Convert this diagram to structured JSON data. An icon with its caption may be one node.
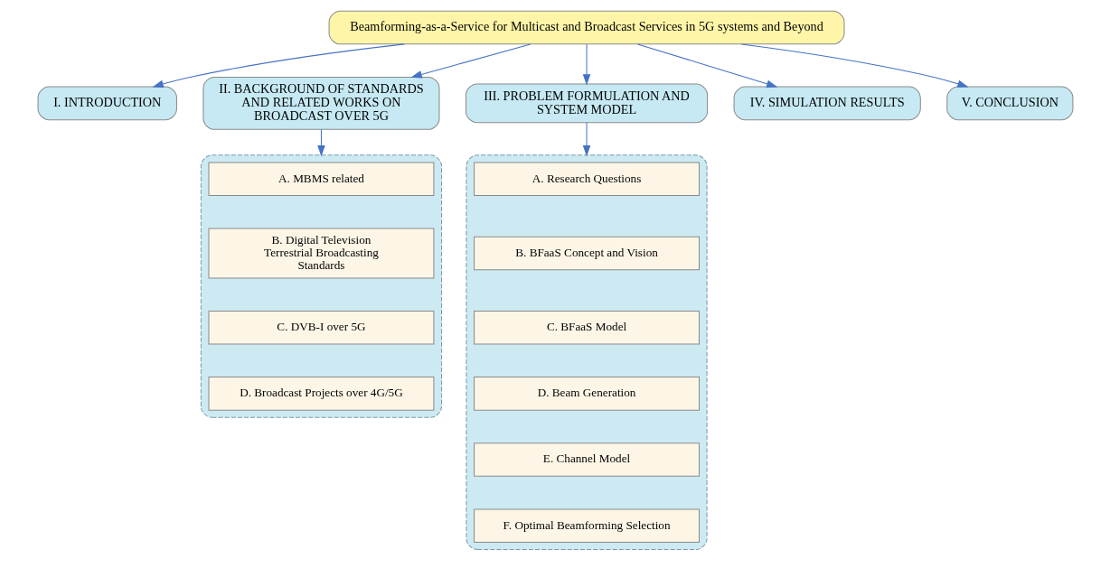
{
  "diagram": {
    "nodes": [
      {
        "text": [
          "Beamforming-as-a-Service for Multicast and Broadcast Services in 5G systems and Beyond"
        ]
      },
      {
        "text": [
          "I. INTRODUCTION"
        ]
      },
      {
        "text": [
          "II. BACKGROUND OF STANDARDS AND RELATED WORKS ON BROADCAST OVER 5G"
        ]
      },
      {
        "text": [
          "III. PROBLEM FORMULATION AND SYSTEM MODEL"
        ]
      },
      {
        "text": [
          "IV. SIMULATION RESULTS"
        ]
      },
      {
        "text": [
          "V. CONCLUSION"
        ]
      },
      {
        "text": [],
        "shape": "box"
      },
      {
        "text": [
          "A. MBMS related"
        ],
        "in": 6
      },
      {
        "text": [
          "B. Digital Television Terrestrial Broadcasting Standards"
        ],
        "in": 6
      },
      {
        "text": [
          "C. DVB-I over 5G"
        ],
        "in": 6
      },
      {
        "text": [
          "D. Broadcast Projects over 4G/5G"
        ],
        "in": 6
      },
      {
        "text": [],
        "shape": "box"
      },
      {
        "text": [
          "A. Research Questions"
        ],
        "in": 11
      },
      {
        "text": [
          "B. BFaaS Concept and Vision"
        ],
        "in": 11
      },
      {
        "text": [
          "C. BFaaS Model"
        ],
        "in": 11
      },
      {
        "text": [
          "D. Beam Generation"
        ],
        "in": 11
      },
      {
        "text": [
          "E. Channel Model"
        ],
        "in": 11
      },
      {
        "text": [
          "F. Optimal Beamforming Selection"
        ],
        "in": 11
      }
    ],
    "edges": [
      {
        "from": 0,
        "to": 1,
        "arrow": "to"
      },
      {
        "from": 0,
        "to": 2,
        "arrow": "to"
      },
      {
        "from": 0,
        "to": 3,
        "arrow": "to"
      },
      {
        "from": 0,
        "to": 4,
        "arrow": "to"
      },
      {
        "from": 0,
        "to": 5,
        "arrow": "to"
      },
      {
        "from": 2,
        "to": 6,
        "arrow": "to"
      },
      {
        "from": 3,
        "to": 11,
        "arrow": "to"
      }
    ]
  }
}
